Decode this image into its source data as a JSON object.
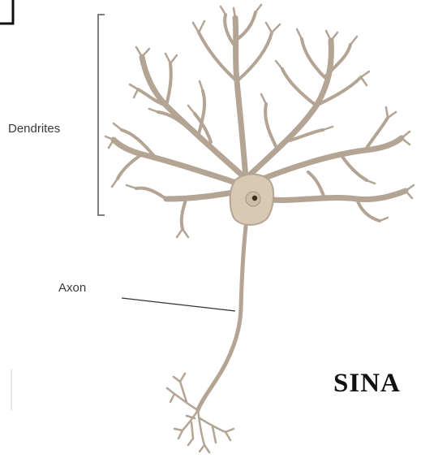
{
  "labels": {
    "dendrites": "Dendrites",
    "axon": "Axon",
    "partial_title": "SINA"
  },
  "colors": {
    "neuron_stroke": "#b3a494",
    "neuron_fill": "#cdbfb0",
    "soma_fill": "#d8c8b4",
    "nucleus": "#3b2d22",
    "bracket": "#555555",
    "pointer": "#333333"
  }
}
